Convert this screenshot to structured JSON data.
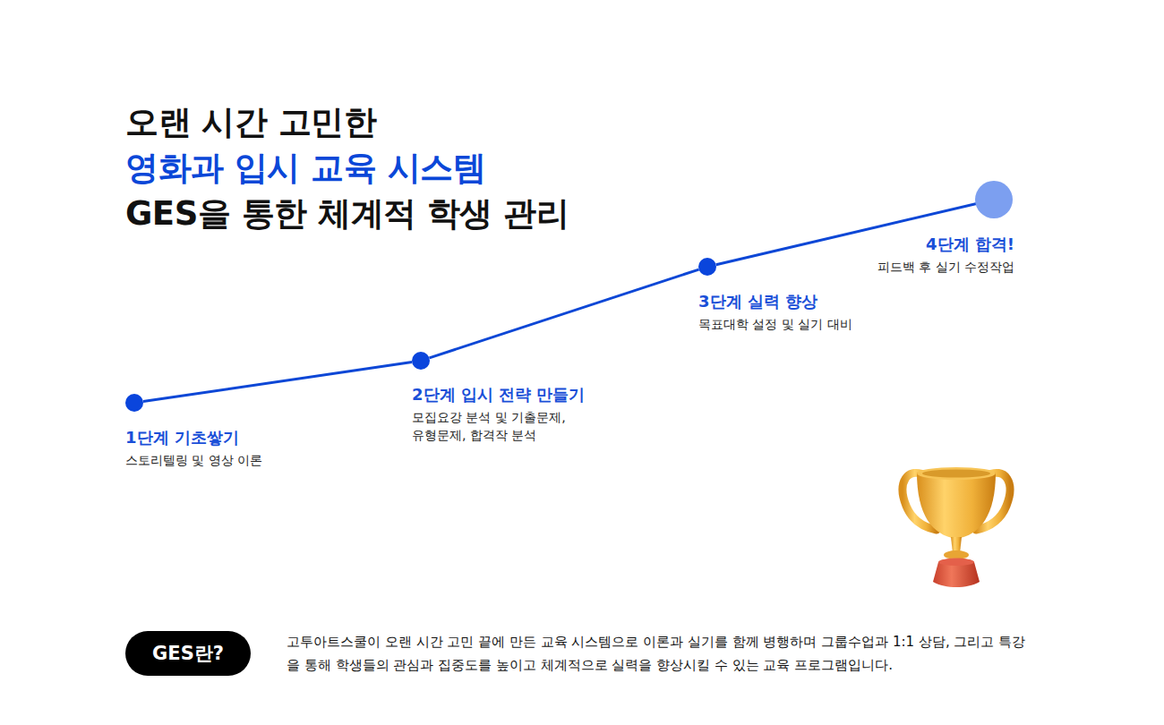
{
  "diagram": {
    "nodes": [
      {
        "text": [
          "1단계 기초쌓기",
          "스토리텔링 및 영상 이론"
        ]
      },
      {
        "text": [
          "2단계 입시 전략 만들기",
          "모집요강 분석 및 기출문제, 유형문제, 합격작 분석"
        ]
      },
      {
        "text": [
          "3단계 실력 향상",
          "목표대학 설정 및 실기 대비"
        ]
      },
      {
        "text": [
          "4단계 합격!",
          "피드백 후 실기 수정작업"
        ]
      },
      {
        "text": [
          "GES란?"
        ]
      }
    ],
    "edges": [
      {
        "from": 0,
        "to": 1,
        "arrow": "none"
      },
      {
        "from": 1,
        "to": 2,
        "arrow": "none"
      },
      {
        "from": 2,
        "to": 3,
        "arrow": "none"
      }
    ],
    "labels": [
      "오랜 시간 고민한",
      "영화과 입시 교육 시스템",
      "GES을 통한 체계적 학생 관리",
      "고투아트스쿨이 오랜 시간 고민 끝에 만든 교육 시스템으로 이론과 실기를 함께 병행하며 그룹수업과 1:1 상담, 그리고 특강을 통해 학생들의 관심과 집중도를 높이고 체계적으로 실력을 향상시킬 수 있는 교육 프로그램입니다."
    ]
  }
}
